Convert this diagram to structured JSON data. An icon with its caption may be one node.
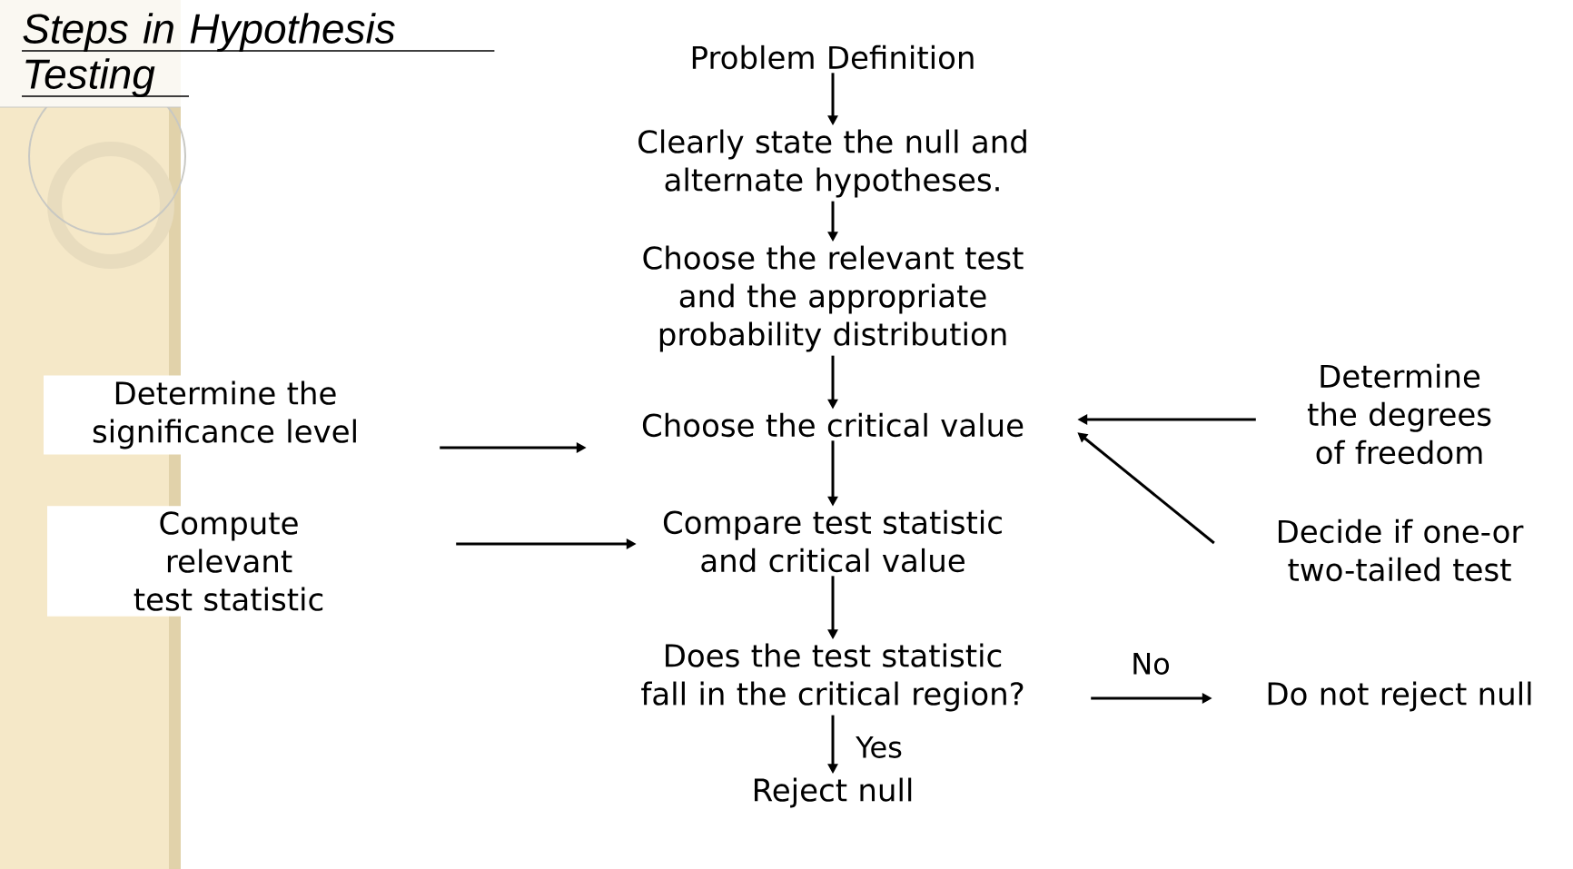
{
  "diagram": {
    "title": "Steps in Hypothesis Testing",
    "nodes": [
      {
        "text": [
          "Problem Definition"
        ]
      },
      {
        "text": [
          "Clearly state the null and alternate hypotheses."
        ]
      },
      {
        "text": [
          "Choose the relevant test and the appropriate probability distribution"
        ]
      },
      {
        "text": [
          "Determine the significance level"
        ]
      },
      {
        "text": [
          "Choose the critical value"
        ]
      },
      {
        "text": [
          "Determine the degrees of freedom"
        ]
      },
      {
        "text": [
          "Compute relevant test statistic"
        ]
      },
      {
        "text": [
          "Compare test statistic and critical value"
        ]
      },
      {
        "text": [
          "Decide if one-or two-tailed test"
        ]
      },
      {
        "text": [
          "Does the test statistic fall in the critical region?"
        ]
      },
      {
        "text": [
          "Do not reject null"
        ]
      },
      {
        "text": [
          "Reject null"
        ]
      }
    ],
    "edges": [
      {
        "from": 0,
        "to": 1,
        "arrow": "to"
      },
      {
        "from": 1,
        "to": 2,
        "arrow": "to"
      },
      {
        "from": 2,
        "to": 4,
        "arrow": "to"
      },
      {
        "from": 3,
        "to": 4,
        "arrow": "to"
      },
      {
        "from": 5,
        "to": 4,
        "arrow": "to"
      },
      {
        "from": 8,
        "to": 4,
        "arrow": "to"
      },
      {
        "from": 4,
        "to": 7,
        "arrow": "to"
      },
      {
        "from": 6,
        "to": 7,
        "arrow": "to"
      },
      {
        "from": 7,
        "to": 9,
        "arrow": "to"
      },
      {
        "from": 9,
        "to": 10,
        "arrow": "to",
        "label": "No"
      },
      {
        "from": 9,
        "to": 11,
        "arrow": "to",
        "label": "Yes"
      }
    ]
  }
}
